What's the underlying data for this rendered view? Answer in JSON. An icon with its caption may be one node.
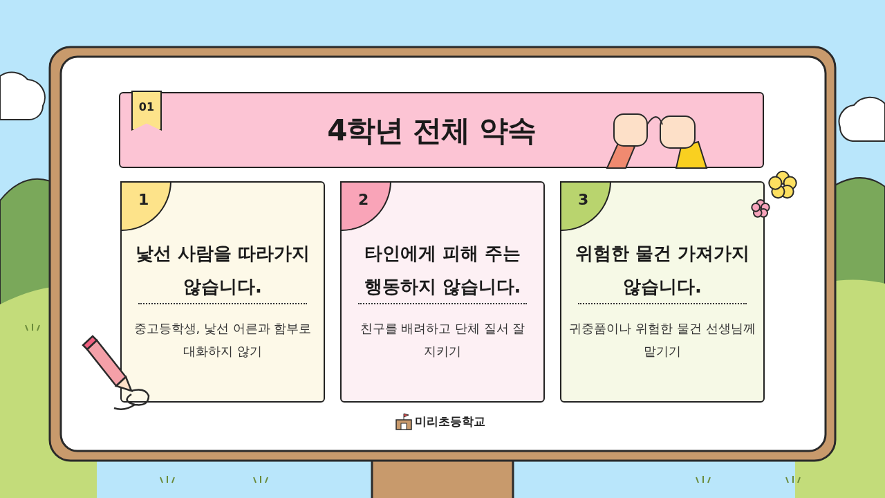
{
  "diagram": {
    "nodes": [
      {
        "text": [
          "01",
          "4학년 전체 약속"
        ]
      },
      {
        "text": [
          "1",
          "낯선 사람을 따라가지 않습니다.",
          "중고등학생, 낯선 어른과 함부로 대화하지 않기"
        ]
      },
      {
        "text": [
          "2",
          "타인에게 피해 주는 행동하지 않습니다.",
          "친구를 배려하고 단체 질서 잘 지키기"
        ]
      },
      {
        "text": [
          "3",
          "위험한 물건 가져가지 않습니다.",
          "귀중품이나 위험한 물건 선생님께 맡기기"
        ]
      }
    ],
    "labels": [
      "미리초등학교"
    ]
  }
}
